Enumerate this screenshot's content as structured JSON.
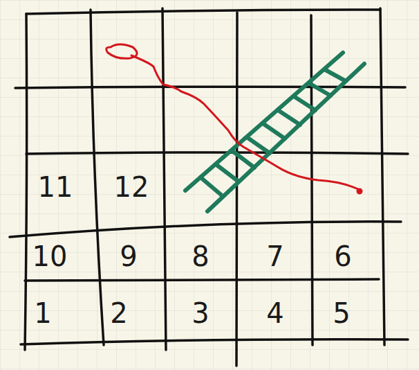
{
  "diagram": {
    "labels": [
      "11",
      "12",
      "10",
      "9",
      "8",
      "7",
      "6",
      "1",
      "2",
      "3",
      "4",
      "5"
    ]
  }
}
